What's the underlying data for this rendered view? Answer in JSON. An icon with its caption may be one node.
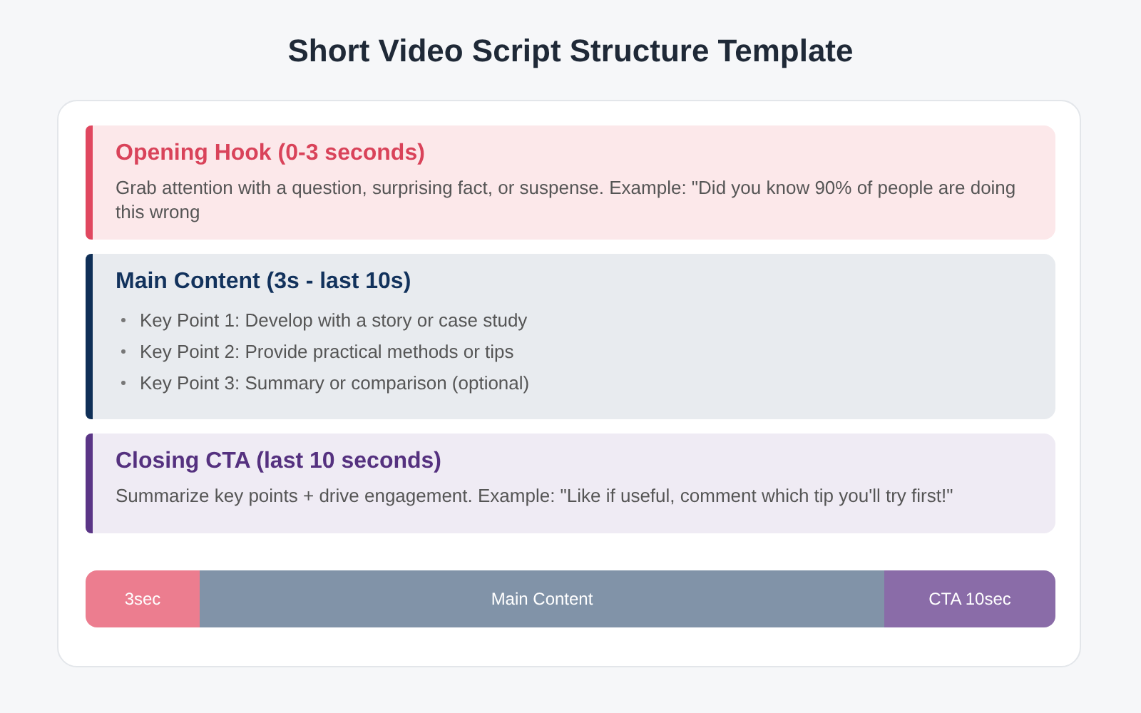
{
  "diagram": {
    "title": "Short Video Script Structure Template",
    "nodes": [
      {
        "text": [
          "Opening Hook (0-3 seconds)",
          "Grab attention with a question, surprising fact, or suspense. Example: \"Did you know 90% of people are doing this wrong"
        ]
      },
      {
        "text": [
          "Main Content (3s - last 10s)",
          "Key Point 1: Develop with a story or case study",
          "Key Point 2: Provide practical methods or tips",
          "Key Point 3: Summary or comparison (optional)"
        ]
      },
      {
        "text": [
          "Closing CTA (last 10 seconds)",
          "Summarize key points + drive engagement. Example: \"Like if useful, comment which tip you'll try first!\""
        ]
      },
      {
        "text": [
          "3sec"
        ]
      },
      {
        "text": [
          "Main Content"
        ]
      },
      {
        "text": [
          "CTA 10sec"
        ]
      }
    ]
  }
}
